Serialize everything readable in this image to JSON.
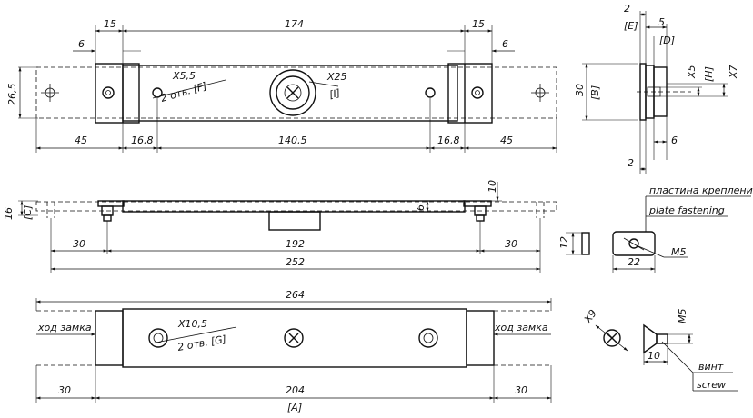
{
  "top_view": {
    "d15_left": "15",
    "d174": "174",
    "d15_right": "15",
    "d6_left": "6",
    "d6_right": "6",
    "d26_5": "26,5",
    "hole_x55": "X5,5",
    "hole_x55_note": "2 отв. [F]",
    "hole_x25": "X25",
    "hole_x25_ref": "[I]",
    "d45_left": "45",
    "d16_8_left": "16,8",
    "d140_5": "140,5",
    "d16_8_right": "16,8",
    "d45_right": "45"
  },
  "side_view": {
    "d2_top": "2",
    "ref_e": "[E]",
    "d5": "5",
    "ref_d": "[D]",
    "d30": "30",
    "ref_b": "[B]",
    "d_x5": "X5",
    "ref_h": "[H]",
    "d_x7": "X7",
    "d6": "6",
    "d2_bottom": "2"
  },
  "front_view": {
    "d16": "16",
    "ref_c": "[C]",
    "d10": "10",
    "d6": "6",
    "d30_left": "30",
    "d192": "192",
    "d30_right": "30",
    "d252": "252"
  },
  "plate": {
    "label_ru": "пластина крепления",
    "label_en": "plate fastening",
    "d12": "12",
    "d22": "22",
    "thread": "M5"
  },
  "bottom_view": {
    "d264": "264",
    "travel_left": "ход замка",
    "travel_right": "ход замка",
    "hole_x105": "X10,5",
    "hole_x105_note": "2 отв. [G]",
    "d30_left": "30",
    "d204": "204",
    "ref_a": "[A]",
    "d30_right": "30"
  },
  "screw": {
    "d_x9": "X9",
    "thread": "M5",
    "d10": "10",
    "label_ru": "винт",
    "label_en": "screw"
  }
}
